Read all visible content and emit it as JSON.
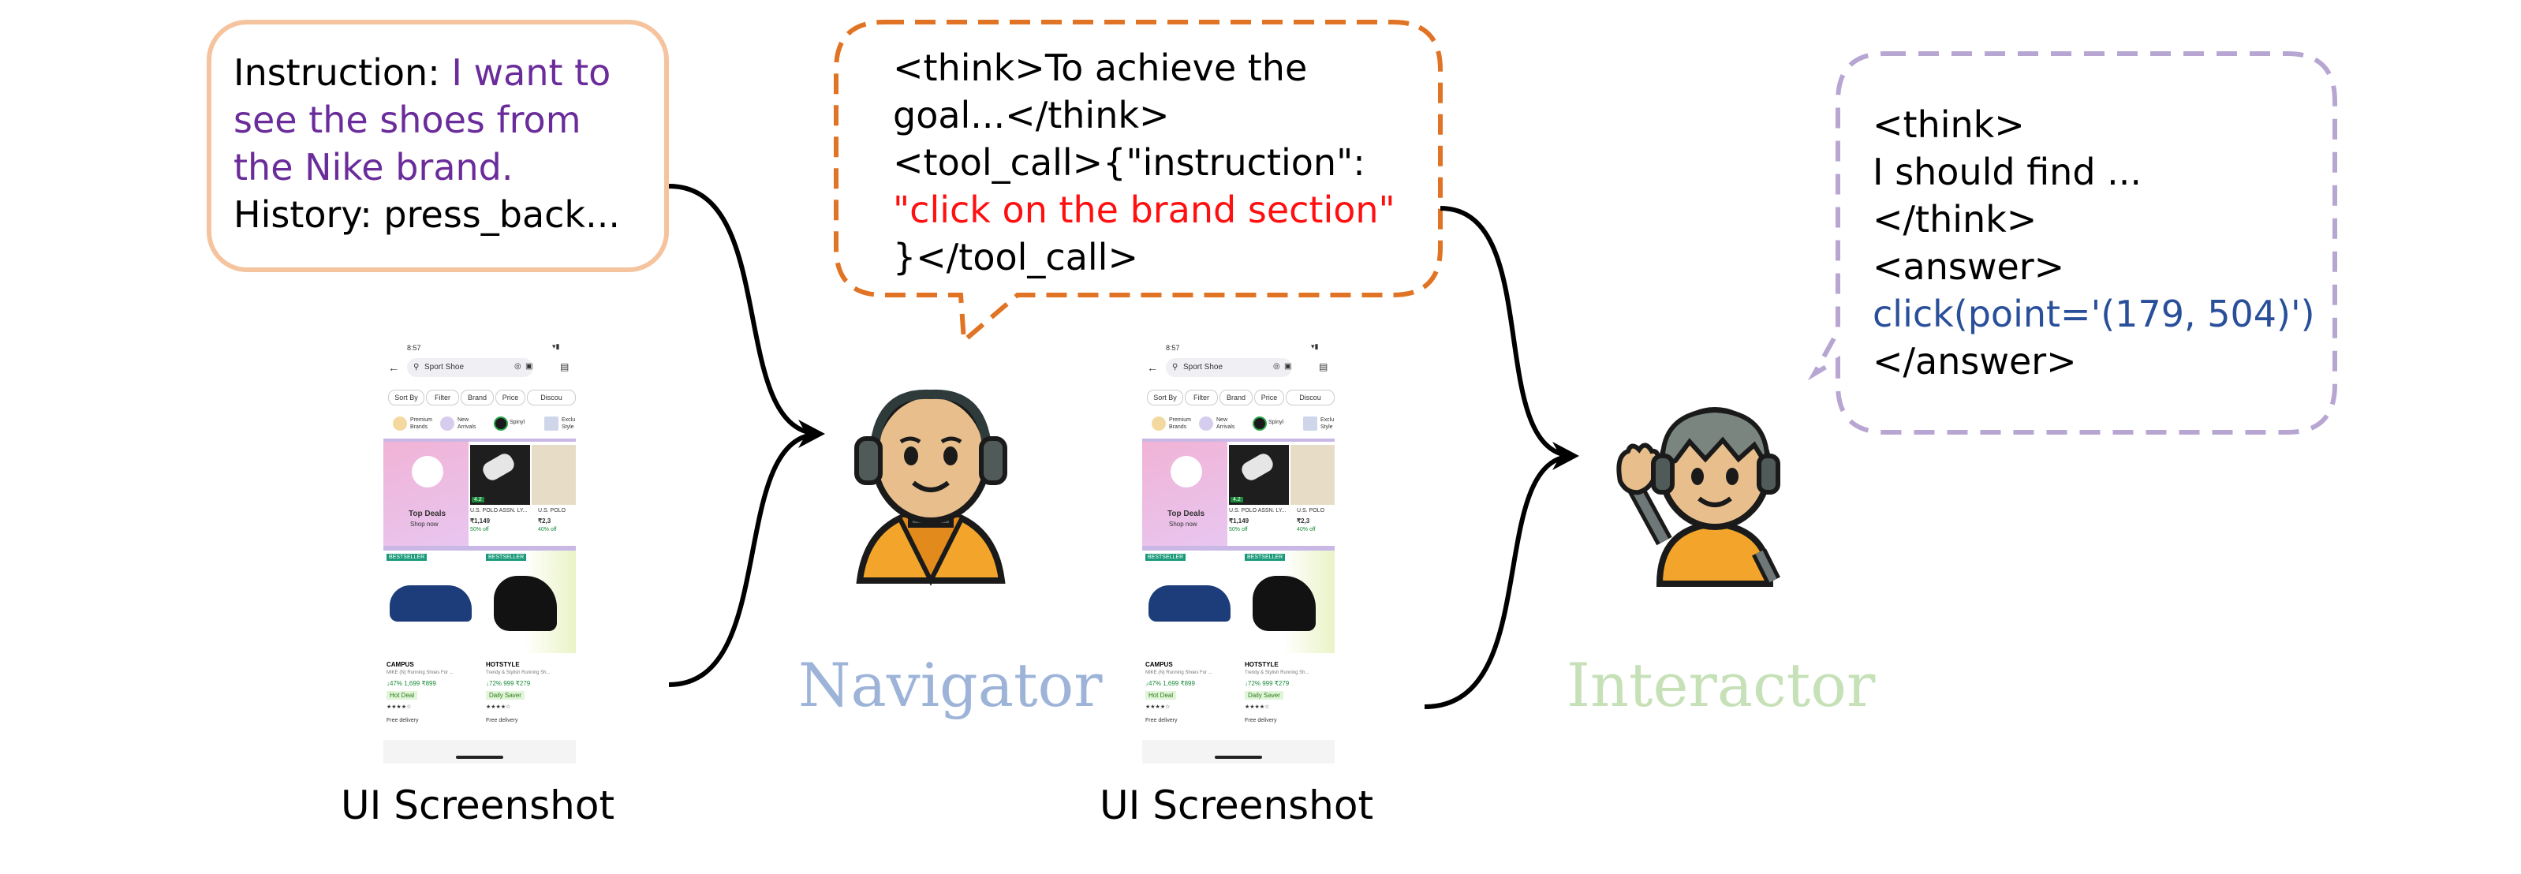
{
  "input_bubble": {
    "instruction_label": "Instruction: ",
    "instruction_line1": "I want to",
    "instruction_line2": "see the shoes from",
    "instruction_line3": "the Nike brand.",
    "history": "History: press_back..."
  },
  "navigator_bubble": {
    "line1": "<think>To achieve the",
    "line2": "goal...</think>",
    "line3": "<tool_call>{\"instruction\":",
    "line4": "\"click on the brand section\"",
    "line5": "}</tool_call>"
  },
  "interactor_bubble": {
    "line1": "<think>",
    "line2": "I should find  ...",
    "line3": "</think>",
    "line4": "<answer>",
    "line5": "click(point='(179, 504)')",
    "line6": "</answer>"
  },
  "captions": {
    "screenshot_left": "UI Screenshot",
    "screenshot_right": "UI Screenshot",
    "navigator": "Navigator",
    "interactor": "Interactor"
  },
  "phone": {
    "time": "8:57",
    "search_text": "Sport Shoe",
    "chips": [
      "Sort By",
      "Filter",
      "Brand",
      "Price",
      "Discou"
    ],
    "categories": [
      "Premium Brands",
      "New Arrivals",
      "Spinyl",
      "Exclu Style"
    ],
    "top_deals_title": "Top Deals",
    "top_deals_sub": "Shop now",
    "rating_badge": "4.2",
    "product_name_1": "U.S. POLO ASSN. LY...",
    "product_name_2": "U.S. POLO",
    "product_price_1": "₹1,149",
    "product_price_2": "₹2,3",
    "product_off_1": "50% off",
    "product_off_2": "40% off",
    "bestseller": "BESTSELLER",
    "brand_1": "CAMPUS",
    "brand_2": "HOTSTYLE",
    "desc_1": "MIKE (N) Running Shoes For ...",
    "desc_2": "Trendy & Stylish Running Sh...",
    "price_1": "↓47% 1,699 ₹899",
    "price_2": "↓72% 999 ₹279",
    "deal_1": "Hot Deal",
    "deal_2": "Daily Saver",
    "delivery_1": "Free delivery",
    "delivery_2": "Free delivery"
  },
  "colors": {
    "input_border": "#f5c49e",
    "navigator_border": "#e07424",
    "interactor_border": "#b8a6d2",
    "instruction_text": "#6a2c9a",
    "tool_instruction": "#ff1010",
    "answer_text": "#2a4f9a",
    "navigator_label": "#9db4d8",
    "interactor_label": "#c6e1b8"
  }
}
